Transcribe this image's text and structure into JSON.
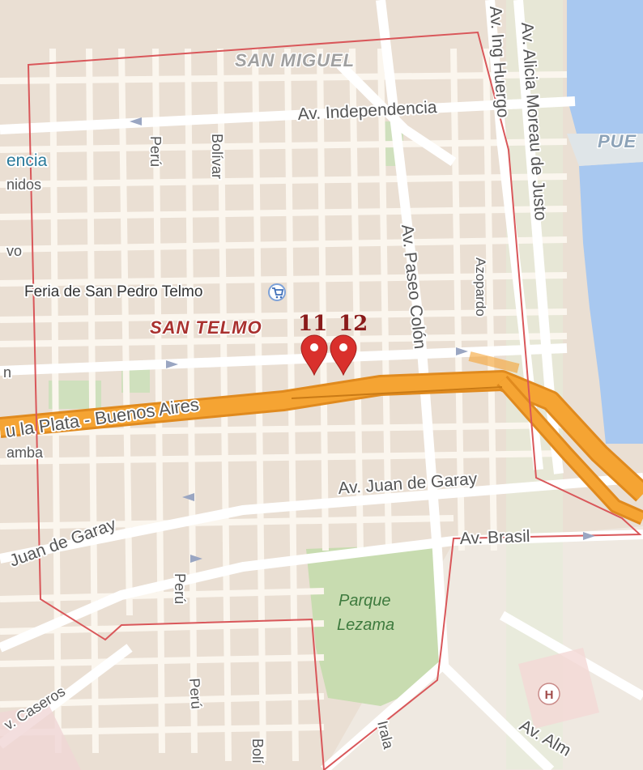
{
  "map": {
    "districts": [
      {
        "id": "san-miguel",
        "label": "SAN MIGUEL",
        "color": "#9c9c9c"
      },
      {
        "id": "san-telmo",
        "label": "SAN TELMO",
        "color": "#a9312f"
      },
      {
        "id": "pue",
        "label": "PUE",
        "color": "#8da3b8"
      }
    ],
    "streets": [
      {
        "id": "av-independencia",
        "label": "Av. Independencia"
      },
      {
        "id": "av-ing-huergo",
        "label": "Av. Ing Huergo"
      },
      {
        "id": "av-alicia-moreau",
        "label": "Av. Alicia Moreau de Justo"
      },
      {
        "id": "peru-north",
        "label": "Perú"
      },
      {
        "id": "bolivar-north",
        "label": "Bolívar"
      },
      {
        "id": "av-paseo-colon",
        "label": "Av. Paseo Colón"
      },
      {
        "id": "azopardo",
        "label": "Azopardo"
      },
      {
        "id": "autopista",
        "label": "u la Plata - Buenos Aires"
      },
      {
        "id": "av-juan-de-garay",
        "label": "Av. Juan de Garay"
      },
      {
        "id": "juan-de-garay-west",
        "label": "Juan de Garay"
      },
      {
        "id": "av-brasil",
        "label": "Av. Brasil"
      },
      {
        "id": "peru-south",
        "label": "Perú"
      },
      {
        "id": "peru-far-south",
        "label": "Perú"
      },
      {
        "id": "bolivar-south",
        "label": "Bolí"
      },
      {
        "id": "irala",
        "label": "Irala"
      },
      {
        "id": "av-caseros",
        "label": "v. Caseros"
      },
      {
        "id": "av-almirante",
        "label": "Av. Alm"
      },
      {
        "id": "encia-cut",
        "label": "encia"
      },
      {
        "id": "nidos-cut",
        "label": "nidos"
      },
      {
        "id": "vo-cut",
        "label": "vo"
      },
      {
        "id": "n-cut",
        "label": "n"
      },
      {
        "id": "amba-cut",
        "label": "amba"
      }
    ],
    "pois": [
      {
        "id": "feria",
        "label": "Feria de San Pedro Telmo",
        "icon": "shopping-cart-icon"
      },
      {
        "id": "hospital",
        "label": "H",
        "icon": "hospital-icon"
      }
    ],
    "parks": [
      {
        "id": "parque-lezama",
        "label_line1": "Parque",
        "label_line2": "Lezama",
        "color": "#c8dcb0"
      }
    ],
    "markers": [
      {
        "id": "marker-11",
        "label": "11",
        "color": "#d9302c"
      },
      {
        "id": "marker-12",
        "label": "12",
        "color": "#d9302c"
      }
    ],
    "colors": {
      "land": "#eadfd3",
      "water": "#a8c8f0",
      "park": "#c8dcb0",
      "highway": "#f5a433",
      "highway_edge": "#e08a1e",
      "boundary": "#d9575a",
      "road": "#fbf6ee"
    }
  }
}
